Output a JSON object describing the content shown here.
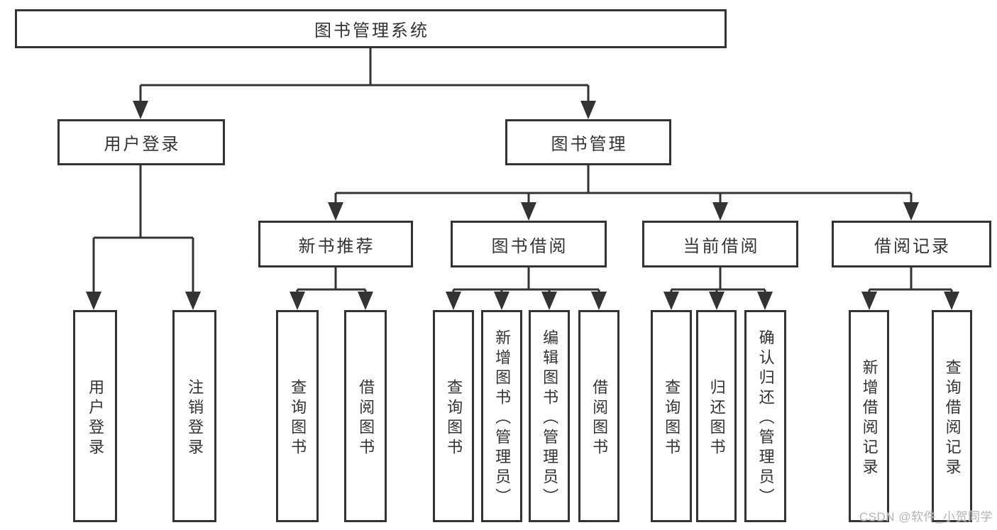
{
  "diagram": {
    "type": "hierarchy",
    "title": "图书管理系统",
    "watermark": "CSDN @软件_小贺同学",
    "colors": {
      "line": "#333333",
      "text": "#333333",
      "background": "#ffffff",
      "watermark": "#b4b4b9"
    },
    "tree": {
      "label": "图书管理系统",
      "children": [
        {
          "label": "用户登录",
          "children": [
            {
              "label": "用户登录"
            },
            {
              "label": "注销登录"
            }
          ]
        },
        {
          "label": "图书管理",
          "children": [
            {
              "label": "新书推荐",
              "children": [
                {
                  "label": "查询图书"
                },
                {
                  "label": "借阅图书"
                }
              ]
            },
            {
              "label": "图书借阅",
              "children": [
                {
                  "label": "查询图书"
                },
                {
                  "label": "新增图书（管理员）"
                },
                {
                  "label": "编辑图书（管理员）"
                },
                {
                  "label": "借阅图书"
                }
              ]
            },
            {
              "label": "当前借阅",
              "children": [
                {
                  "label": "查询图书"
                },
                {
                  "label": "归还图书"
                },
                {
                  "label": "确认归还（管理员）"
                }
              ]
            },
            {
              "label": "借阅记录",
              "children": [
                {
                  "label": "新增借阅记录"
                },
                {
                  "label": "查询借阅记录"
                }
              ]
            }
          ]
        }
      ]
    }
  }
}
